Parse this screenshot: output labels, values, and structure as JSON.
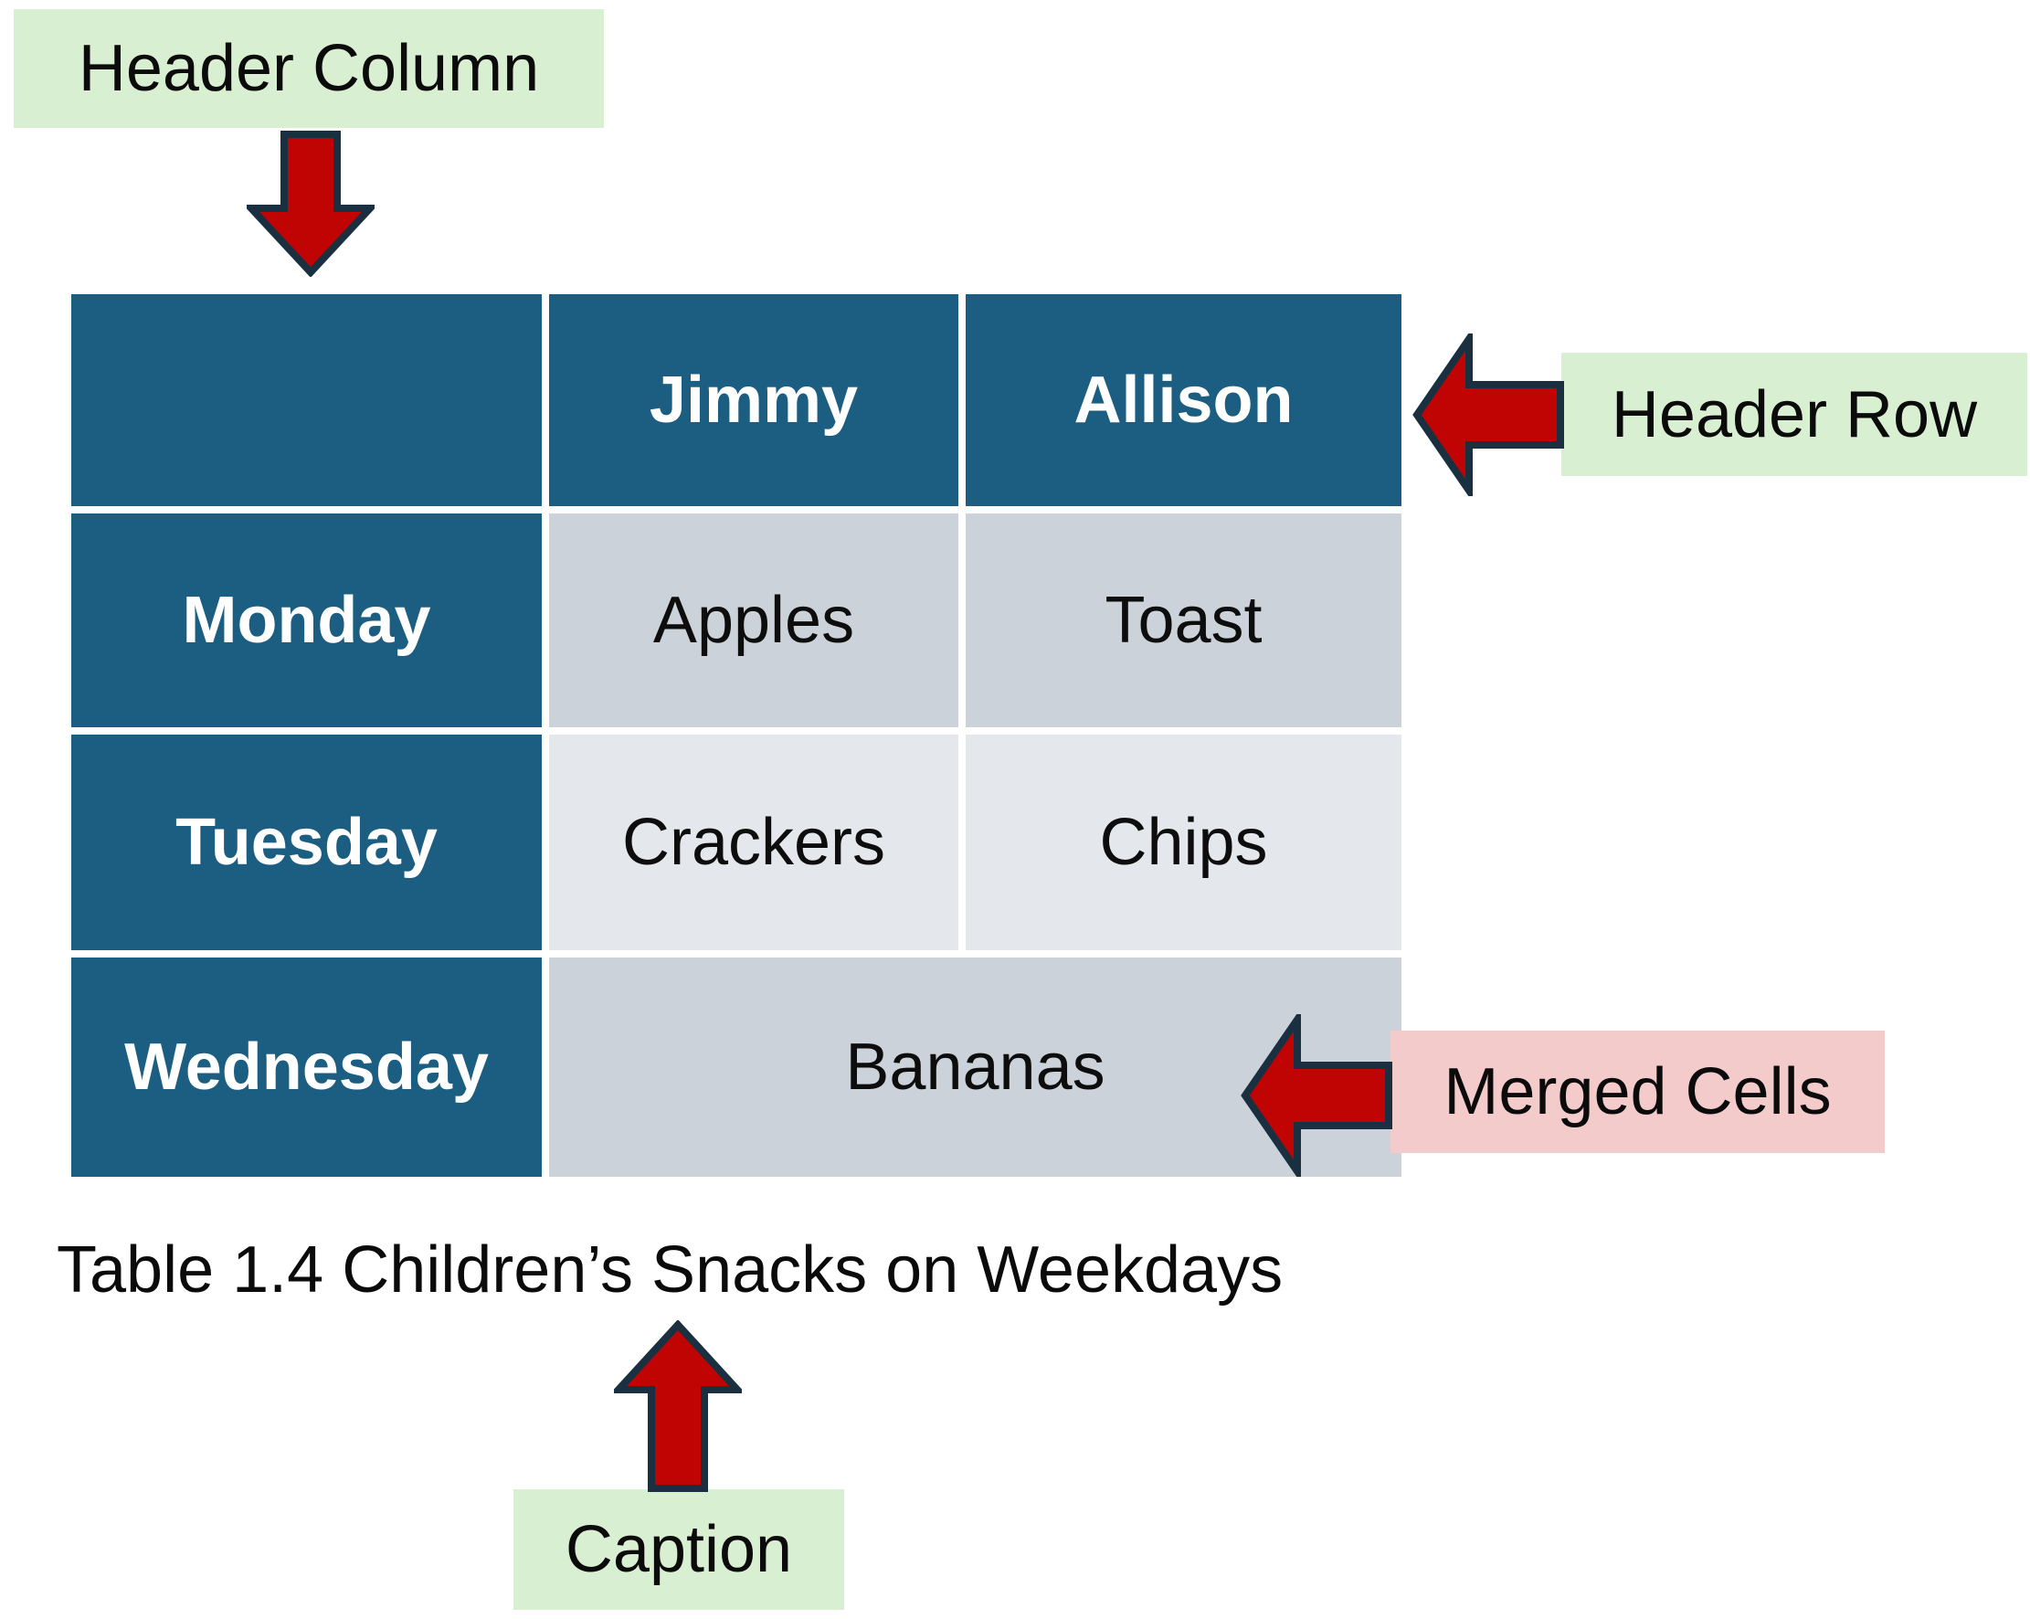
{
  "annotations": {
    "header_column": "Header Column",
    "header_row": "Header Row",
    "merged_cells": "Merged Cells",
    "caption": "Caption"
  },
  "table": {
    "header_row": [
      "",
      "Jimmy",
      "Allison"
    ],
    "rows": [
      {
        "header": "Monday",
        "cells": [
          "Apples",
          "Toast"
        ]
      },
      {
        "header": "Tuesday",
        "cells": [
          "Crackers",
          "Chips"
        ]
      },
      {
        "header": "Wednesday",
        "merged_cell": "Bananas"
      }
    ],
    "caption": "Table 1.4 Children’s Snacks on Weekdays"
  },
  "colors": {
    "table_header_bg": "#1b5e81",
    "row_band_dark": "#ccd2d9",
    "row_band_light": "#e4e7eb",
    "annotation_green": "#d9efd1",
    "annotation_pink": "#f3cbca",
    "arrow_red": "#c00404",
    "arrow_outline": "#1a3040"
  }
}
